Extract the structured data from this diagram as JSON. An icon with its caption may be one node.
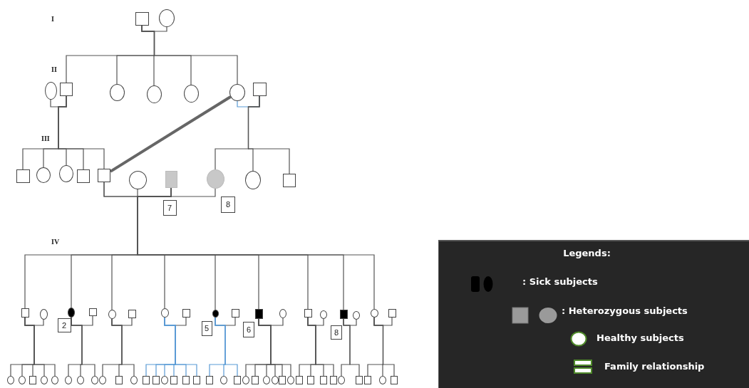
{
  "diagram": {
    "nodes": [
      {
        "text": [],
        "shape": "box"
      },
      {
        "text": [],
        "shape": "circle"
      },
      {
        "text": [],
        "shape": "circle"
      },
      {
        "text": [],
        "shape": "box"
      },
      {
        "text": [],
        "shape": "circle"
      },
      {
        "text": [],
        "shape": "circle"
      },
      {
        "text": [],
        "shape": "circle"
      },
      {
        "text": [],
        "shape": "circle"
      },
      {
        "text": [],
        "shape": "box"
      },
      {
        "text": [],
        "shape": "box"
      },
      {
        "text": [],
        "shape": "circle"
      },
      {
        "text": [],
        "shape": "circle"
      },
      {
        "text": [],
        "shape": "box"
      },
      {
        "text": [],
        "shape": "box"
      },
      {
        "text": [],
        "shape": "circle"
      },
      {
        "text": [],
        "shape": "box"
      },
      {
        "text": [],
        "shape": "circle"
      },
      {
        "text": [],
        "shape": "circle"
      },
      {
        "text": [],
        "shape": "box"
      },
      {
        "text": [
          "7"
        ]
      },
      {
        "text": [
          "8"
        ]
      },
      {
        "text": [],
        "shape": "box"
      },
      {
        "text": [],
        "shape": "circle"
      },
      {
        "text": [],
        "shape": "circle"
      },
      {
        "text": [],
        "shape": "box"
      },
      {
        "text": [
          "2"
        ]
      },
      {
        "text": [],
        "shape": "circle"
      },
      {
        "text": [],
        "shape": "box"
      },
      {
        "text": [],
        "shape": "circle"
      },
      {
        "text": [],
        "shape": "box"
      },
      {
        "text": [],
        "shape": "circle"
      },
      {
        "text": [],
        "shape": "box"
      },
      {
        "text": [
          "5"
        ]
      },
      {
        "text": [],
        "shape": "box"
      },
      {
        "text": [],
        "shape": "circle"
      },
      {
        "text": [
          "6"
        ]
      },
      {
        "text": [],
        "shape": "box"
      },
      {
        "text": [],
        "shape": "circle"
      },
      {
        "text": [],
        "shape": "box"
      },
      {
        "text": [],
        "shape": "circle"
      },
      {
        "text": [
          "8"
        ]
      },
      {
        "text": [],
        "shape": "circle"
      },
      {
        "text": [],
        "shape": "box"
      },
      {
        "text": [],
        "shape": "circle"
      },
      {
        "text": [],
        "shape": "circle"
      },
      {
        "text": [],
        "shape": "box"
      },
      {
        "text": [],
        "shape": "circle"
      },
      {
        "text": [],
        "shape": "circle"
      },
      {
        "text": [],
        "shape": "circle"
      },
      {
        "text": [],
        "shape": "circle"
      },
      {
        "text": [],
        "shape": "circle"
      },
      {
        "text": [],
        "shape": "circle"
      },
      {
        "text": [],
        "shape": "box"
      },
      {
        "text": [],
        "shape": "circle"
      },
      {
        "text": [],
        "shape": "box"
      },
      {
        "text": [],
        "shape": "box"
      },
      {
        "text": [],
        "shape": "circle"
      },
      {
        "text": [],
        "shape": "box"
      },
      {
        "text": [],
        "shape": "box"
      },
      {
        "text": [],
        "shape": "box"
      },
      {
        "text": [],
        "shape": "box"
      },
      {
        "text": [],
        "shape": "circle"
      },
      {
        "text": [],
        "shape": "box"
      },
      {
        "text": [],
        "shape": "circle"
      },
      {
        "text": [],
        "shape": "box"
      },
      {
        "text": [],
        "shape": "circle"
      },
      {
        "text": [],
        "shape": "circle"
      },
      {
        "text": [],
        "shape": "box"
      },
      {
        "text": [],
        "shape": "circle"
      },
      {
        "text": [],
        "shape": "box"
      },
      {
        "text": [],
        "shape": "box"
      },
      {
        "text": [],
        "shape": "box"
      },
      {
        "text": [],
        "shape": "box"
      },
      {
        "text": [],
        "shape": "circle"
      },
      {
        "text": [],
        "shape": "box"
      },
      {
        "text": [],
        "shape": "box"
      },
      {
        "text": [],
        "shape": "circle"
      },
      {
        "text": [],
        "shape": "box"
      }
    ],
    "edges": [
      {
        "from": 0,
        "to": 1,
        "arrow": "none"
      },
      {
        "from": 0,
        "to": 3,
        "arrow": "none"
      },
      {
        "from": 0,
        "to": 4,
        "arrow": "none"
      },
      {
        "from": 0,
        "to": 5,
        "arrow": "none"
      },
      {
        "from": 0,
        "to": 6,
        "arrow": "none"
      },
      {
        "from": 0,
        "to": 7,
        "arrow": "none"
      },
      {
        "from": 2,
        "to": 3,
        "arrow": "none"
      },
      {
        "from": 3,
        "to": 9,
        "arrow": "none"
      },
      {
        "from": 3,
        "to": 10,
        "arrow": "none"
      },
      {
        "from": 3,
        "to": 11,
        "arrow": "none"
      },
      {
        "from": 3,
        "to": 12,
        "arrow": "none"
      },
      {
        "from": 3,
        "to": 13,
        "arrow": "none"
      },
      {
        "from": 7,
        "to": 8,
        "arrow": "none",
        "color": "#5b9bd5"
      },
      {
        "from": 7,
        "to": 13,
        "arrow": "none",
        "style": "thick"
      },
      {
        "from": 13,
        "to": 14,
        "arrow": "none"
      },
      {
        "from": 13,
        "to": 15,
        "arrow": "none"
      },
      {
        "from": 8,
        "to": 16,
        "arrow": "none"
      },
      {
        "from": 8,
        "to": 17,
        "arrow": "none"
      },
      {
        "from": 8,
        "to": 18,
        "arrow": "none"
      },
      {
        "from": 15,
        "to": 16,
        "arrow": "none"
      },
      {
        "from": 15,
        "to": 21,
        "arrow": "none"
      },
      {
        "from": 15,
        "to": 23,
        "arrow": "none"
      },
      {
        "from": 15,
        "to": 26,
        "arrow": "none"
      },
      {
        "from": 15,
        "to": 28,
        "arrow": "none"
      },
      {
        "from": 15,
        "to": 30,
        "arrow": "none"
      },
      {
        "from": 15,
        "to": 33,
        "arrow": "none"
      },
      {
        "from": 15,
        "to": 36,
        "arrow": "none"
      },
      {
        "from": 15,
        "to": 38,
        "arrow": "none"
      },
      {
        "from": 15,
        "to": 41,
        "arrow": "none"
      },
      {
        "from": 21,
        "to": 22,
        "arrow": "none"
      },
      {
        "from": 21,
        "to": 43,
        "arrow": "none"
      },
      {
        "from": 21,
        "to": 44,
        "arrow": "none"
      },
      {
        "from": 21,
        "to": 45,
        "arrow": "none"
      },
      {
        "from": 21,
        "to": 46,
        "arrow": "none"
      },
      {
        "from": 21,
        "to": 47,
        "arrow": "none"
      },
      {
        "from": 23,
        "to": 24,
        "arrow": "none"
      },
      {
        "from": 23,
        "to": 48,
        "arrow": "none"
      },
      {
        "from": 23,
        "to": 49,
        "arrow": "none"
      },
      {
        "from": 23,
        "to": 50,
        "arrow": "none"
      },
      {
        "from": 26,
        "to": 27,
        "arrow": "none"
      },
      {
        "from": 26,
        "to": 51,
        "arrow": "none"
      },
      {
        "from": 26,
        "to": 52,
        "arrow": "none"
      },
      {
        "from": 26,
        "to": 53,
        "arrow": "none"
      },
      {
        "from": 28,
        "to": 29,
        "arrow": "none"
      },
      {
        "from": 28,
        "to": 54,
        "arrow": "none",
        "color": "#5b9bd5"
      },
      {
        "from": 28,
        "to": 55,
        "arrow": "none",
        "color": "#5b9bd5"
      },
      {
        "from": 28,
        "to": 56,
        "arrow": "none",
        "color": "#5b9bd5"
      },
      {
        "from": 28,
        "to": 57,
        "arrow": "none",
        "color": "#5b9bd5"
      },
      {
        "from": 28,
        "to": 58,
        "arrow": "none",
        "color": "#5b9bd5"
      },
      {
        "from": 28,
        "to": 59,
        "arrow": "none",
        "color": "#5b9bd5"
      },
      {
        "from": 30,
        "to": 31,
        "arrow": "none"
      },
      {
        "from": 30,
        "to": 60,
        "arrow": "none",
        "color": "#5b9bd5"
      },
      {
        "from": 30,
        "to": 61,
        "arrow": "none",
        "color": "#5b9bd5"
      },
      {
        "from": 30,
        "to": 62,
        "arrow": "none",
        "color": "#5b9bd5"
      },
      {
        "from": 33,
        "to": 34,
        "arrow": "none"
      },
      {
        "from": 33,
        "to": 63,
        "arrow": "none"
      },
      {
        "from": 33,
        "to": 64,
        "arrow": "none"
      },
      {
        "from": 33,
        "to": 65,
        "arrow": "none"
      },
      {
        "from": 33,
        "to": 66,
        "arrow": "none"
      },
      {
        "from": 33,
        "to": 67,
        "arrow": "none"
      },
      {
        "from": 33,
        "to": 68,
        "arrow": "none"
      },
      {
        "from": 36,
        "to": 37,
        "arrow": "none"
      },
      {
        "from": 36,
        "to": 69,
        "arrow": "none"
      },
      {
        "from": 36,
        "to": 70,
        "arrow": "none"
      },
      {
        "from": 36,
        "to": 71,
        "arrow": "none"
      },
      {
        "from": 36,
        "to": 72,
        "arrow": "none"
      },
      {
        "from": 38,
        "to": 39,
        "arrow": "none"
      },
      {
        "from": 38,
        "to": 73,
        "arrow": "none"
      },
      {
        "from": 38,
        "to": 74,
        "arrow": "none"
      },
      {
        "from": 41,
        "to": 42,
        "arrow": "none"
      },
      {
        "from": 41,
        "to": 75,
        "arrow": "none"
      },
      {
        "from": 41,
        "to": 76,
        "arrow": "none"
      },
      {
        "from": 41,
        "to": 77,
        "arrow": "none"
      }
    ],
    "labels": [
      "I",
      "II",
      "III",
      "IV",
      "Legends:"
    ],
    "legend": [
      {
        "text": ": Sick subjects"
      },
      {
        "text": ": Heterozygous subjects"
      },
      {
        "text": "Healthy subjects"
      },
      {
        "text": "Family relationship"
      }
    ]
  }
}
